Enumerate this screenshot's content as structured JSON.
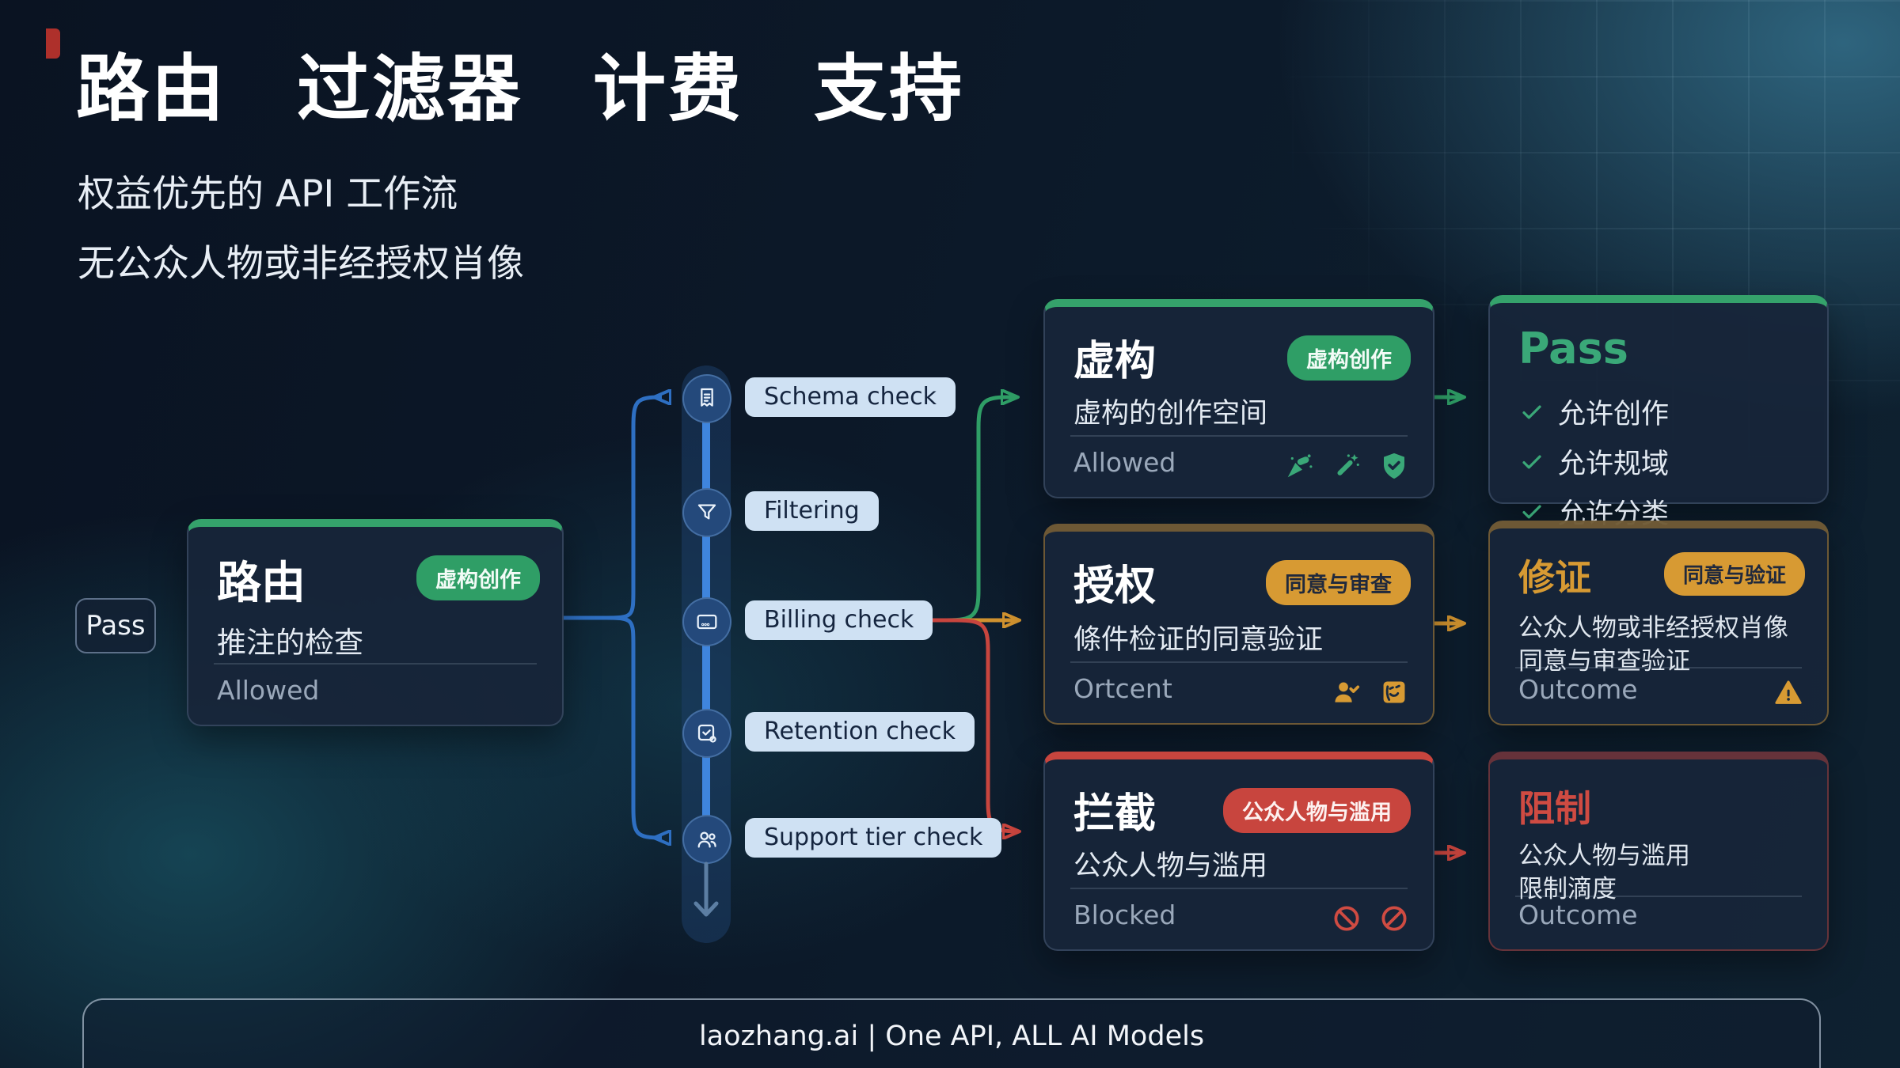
{
  "header": {
    "title": "路由 过滤器 计费 支持",
    "subtitle_line1": "权益优先的 API 工作流",
    "subtitle_line2": "无公众人物或非经授权肖像"
  },
  "entry": {
    "pass_label": "Pass"
  },
  "router_card": {
    "title": "路由",
    "badge": "虚构创作",
    "subtitle": "推注的检查",
    "status": "Allowed"
  },
  "timeline": {
    "steps": [
      {
        "label": "Schema check",
        "icon": "receipt-icon"
      },
      {
        "label": "Filtering",
        "icon": "funnel-icon"
      },
      {
        "label": "Billing check",
        "icon": "credit-card-icon"
      },
      {
        "label": "Retention check",
        "icon": "task-check-icon"
      },
      {
        "label": "Support tier check",
        "icon": "users-icon"
      }
    ]
  },
  "branch_cards": [
    {
      "title": "虚构",
      "badge": "虚构创作",
      "subtitle": "虚构的创作空间",
      "status": "Allowed",
      "icons": [
        "party-popper-icon",
        "magic-wand-icon",
        "shield-check-icon"
      ],
      "accent": "#35a26b"
    },
    {
      "title": "授权",
      "badge": "同意与审查",
      "subtitle": "條件检证的同意验证",
      "status": "Ortcent",
      "icons": [
        "user-check-icon",
        "id-badge-icon"
      ],
      "accent": "#d79a33"
    },
    {
      "title": "拦截",
      "badge": "公众人物与滥用",
      "subtitle": "公众人物与滥用",
      "status": "Blocked",
      "icons": [
        "no-entry-icon",
        "prohibited-icon"
      ],
      "accent": "#c8453e"
    }
  ],
  "outcome_cards": [
    {
      "title": "Pass",
      "items": [
        "允许创作",
        "允许规域",
        "允许分类"
      ],
      "accent": "#3aa878"
    },
    {
      "title": "修证",
      "badge": "同意与验证",
      "line1": "公众人物或非经授权肖像",
      "line2": "同意与审查验证",
      "status": "Outcome",
      "icon": "warning-icon",
      "accent": "#d79a33"
    },
    {
      "title": "阻制",
      "line1": "公众人物与滥用",
      "line2": "限制滴度",
      "status": "Outcome",
      "accent": "#cf4b42"
    }
  ],
  "footer": {
    "text": "laozhang.ai | One API, ALL AI Models"
  },
  "colors": {
    "background": "#0c1725",
    "card_bg": "#18273d",
    "green": "#2f9e66",
    "amber": "#d79a33",
    "red": "#c8453e",
    "blue_connector": "#2e6fc2",
    "timeline_line": "#3f85dd",
    "label_pill_bg": "#cfe1f3",
    "label_pill_text": "#15253f"
  }
}
